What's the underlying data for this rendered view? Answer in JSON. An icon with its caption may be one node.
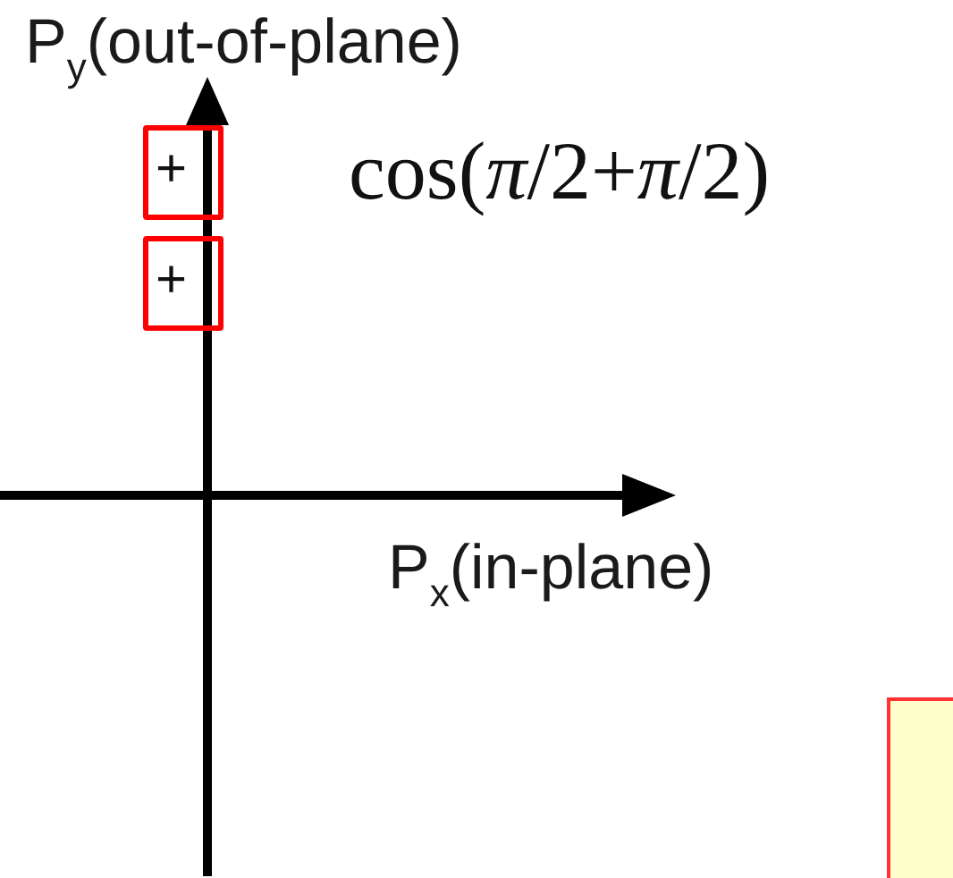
{
  "diagram": {
    "nodes": [
      {
        "text": [
          "+"
        ]
      },
      {
        "text": [
          "+"
        ]
      },
      {
        "text": [],
        "shape": "box"
      }
    ],
    "labels": [
      "P$_{y}$(out-of-plane)",
      "cos(*π*/2+*π*/2)",
      "P$_{x}$(in-plane)"
    ]
  }
}
